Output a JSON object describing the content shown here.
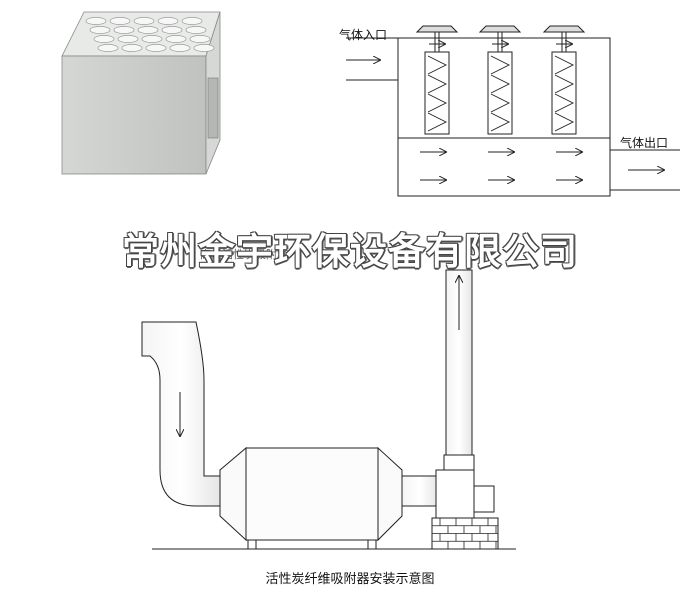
{
  "labels": {
    "gas_inlet": "气体入口",
    "gas_outlet": "气体出口",
    "watermark": "常州金宇环保设备有限公司",
    "subtitle": "高效活性炭吸附塔",
    "caption": "活性炭纤维吸附器安装示意图"
  },
  "colors": {
    "line": "#222222",
    "box_front": "#c9ccc9",
    "box_side": "#dfe1df",
    "box_top": "#e6e8e6",
    "brick": "#ffffff"
  }
}
